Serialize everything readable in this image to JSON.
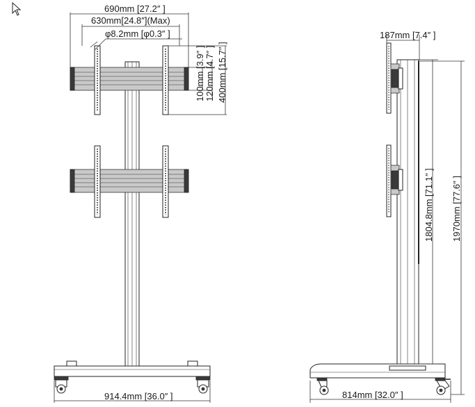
{
  "front_view": {
    "overall_width": "690mm [27.2″ ]",
    "vesa_max": "630mm[24.8″](Max)",
    "hole_diameter": "φ8.2mm [φ0.3″ ]",
    "vesa_100": "100mm [3.9″ ]",
    "vesa_120": "120mm [4.7″ ]",
    "vesa_400": "400mm [15.7″ ]",
    "base_width": "914.4mm [36.0″ ]"
  },
  "side_view": {
    "mount_depth": "187mm [7.4″ ]",
    "column_height": "1804.8mm [71.1″ ]",
    "total_height": "1970mm [77.6″ ]",
    "base_depth": "814mm [32.0″ ]"
  }
}
